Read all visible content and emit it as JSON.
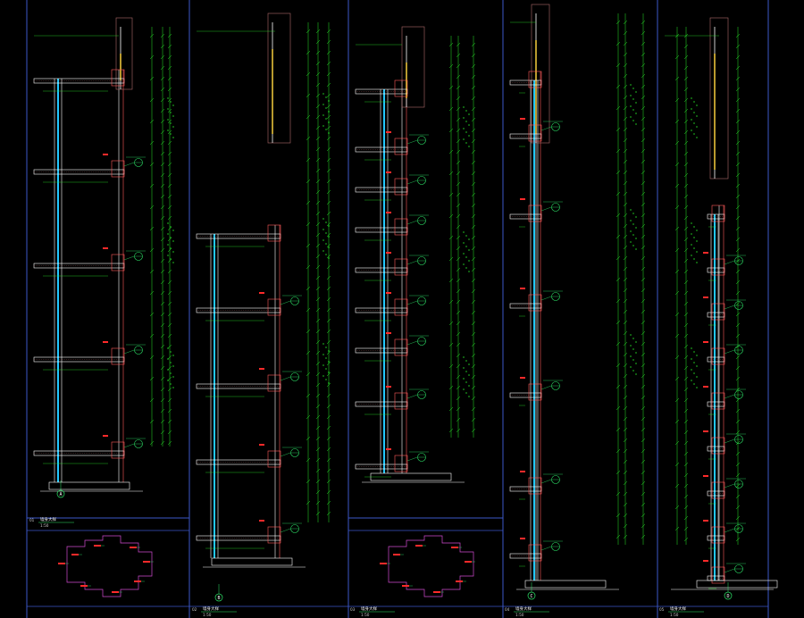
{
  "drawing": {
    "background": "#000000",
    "colors": {
      "frame": "#3b57c8",
      "dimension": "#29e829",
      "wall": "#ff5a5a",
      "outline": "#ffffff",
      "window": "#22c8ff",
      "callout": "#2ee86a",
      "hatch": "#b06a6a",
      "magenta": "#d04ad0",
      "yellow": "#e8c23a",
      "red_tag": "#ff2a2a"
    }
  },
  "panels": [
    {
      "index": "01",
      "title": "墙身大样",
      "subtitle": "1:50",
      "has_keyplan": true
    },
    {
      "index": "02",
      "title": "墙身大样",
      "subtitle": "1:50",
      "has_keyplan": false
    },
    {
      "index": "03",
      "title": "墙身大样",
      "subtitle": "1:50",
      "has_keyplan": true
    },
    {
      "index": "04",
      "title": "墙身大样",
      "subtitle": "1:50",
      "has_keyplan": false
    },
    {
      "index": "05",
      "title": "墙身大样",
      "subtitle": "1:50",
      "has_keyplan": false
    }
  ],
  "axis_bubbles": [
    {
      "label": "A"
    },
    {
      "label": "B"
    },
    {
      "label": "C"
    },
    {
      "label": "D"
    }
  ],
  "icons": [
    "axis-bubble-icon",
    "detail-callout-icon"
  ]
}
